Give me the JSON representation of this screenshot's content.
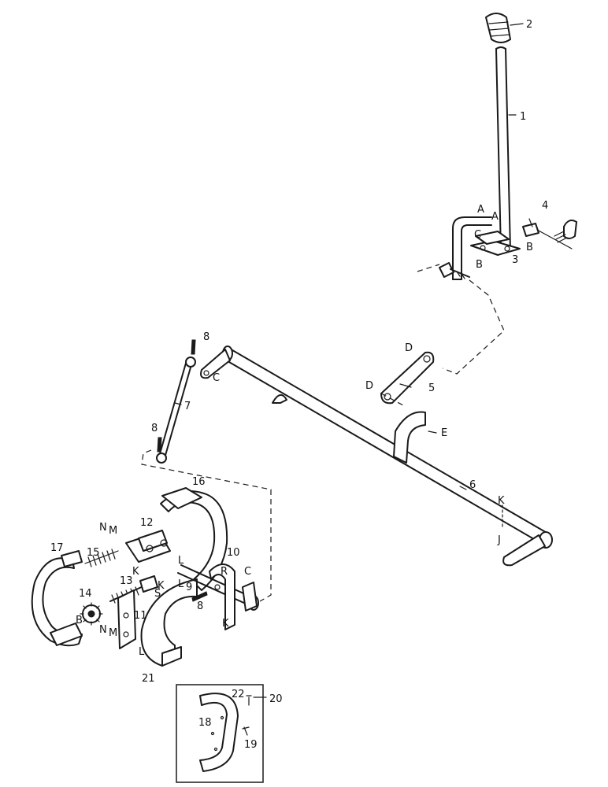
{
  "callouts": {
    "c1": "1",
    "c2": "2",
    "c3": "3",
    "c4": "4",
    "c5": "5",
    "c6": "6",
    "c7": "7",
    "c8a": "8",
    "c8b": "8",
    "c8c": "8",
    "c9": "9",
    "c10": "10",
    "c11": "11",
    "c12": "12",
    "c13": "13",
    "c14": "14",
    "c15": "15",
    "c16": "16",
    "c17": "17",
    "c18": "18",
    "c19": "19",
    "c20": "20",
    "c21": "21",
    "c22": "22"
  },
  "letters": {
    "a1": "A",
    "a2": "A",
    "b1": "B",
    "b2": "B",
    "b3": "B",
    "c1": "C",
    "c2": "C",
    "c3": "C",
    "d1": "D",
    "d2": "D",
    "e1": "E",
    "j1": "J",
    "k1": "K",
    "k2": "K",
    "k3": "K",
    "k4": "K",
    "l1": "L",
    "l2": "L",
    "l3": "L",
    "m1": "M",
    "m2": "M",
    "n1": "N",
    "n2": "N",
    "r1": "R",
    "s1": "S"
  }
}
